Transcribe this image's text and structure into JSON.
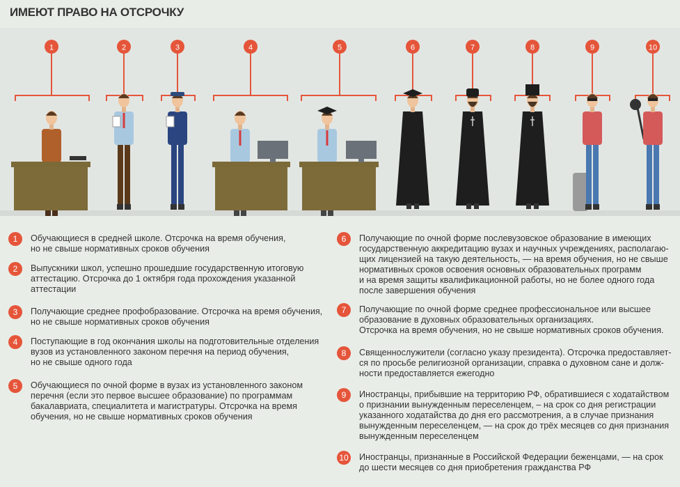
{
  "title": "ИМЕЮТ ПРАВО НА ОТСРОЧКУ",
  "accent": "#e5553a",
  "figure_numbers": [
    "1",
    "2",
    "3",
    "4",
    "5",
    "6",
    "7",
    "8",
    "9",
    "10"
  ],
  "items": [
    {
      "num": "1",
      "lines": [
        "Обучающиеся в средней школе. Отсрочка на время обучения,",
        "но не свыше нормативных сроков обучения"
      ]
    },
    {
      "num": "2",
      "lines": [
        "Выпускники школ, успешно прошедшие государственную итоговую",
        "аттестацию. Отсрочка до 1 октября года прохождения указанной",
        "аттестации"
      ]
    },
    {
      "num": "3",
      "lines": [
        "Получающие среднее профобразование. Отсрочка на время обучения,",
        "но не свыше нормативных сроков обучения"
      ]
    },
    {
      "num": "4",
      "lines": [
        "Поступающие в год окончания школы на подготовительные отделения",
        "вузов из установленного законом перечня на период обучения,",
        "но не свыше одного года"
      ]
    },
    {
      "num": "5",
      "lines": [
        "Обучающиеся по очной форме в вузах из установленного законом",
        "перечня (если это первое высшее образование) по программам",
        "бакалавриата, специалитета и магистратуры. Отсрочка на время",
        "обучения, но не свыше нормативных сроков обучения"
      ]
    },
    {
      "num": "6",
      "lines": [
        "Получающие по очной форме послевузовское образование в имеющих",
        "государственную аккредитацию вузах и научных учреждениях, располагаю-",
        "щих лицензией на такую деятельность, — на время обучения, но не свыше",
        "нормативных сроков освоения основных образовательных программ",
        "и на время защиты квалификационной работы, но не более одного года",
        "после завершения обучения"
      ]
    },
    {
      "num": "7",
      "lines": [
        "Получающие по очной форме среднее профессиональное или высшее",
        "образование в духовных образовательных организациях.",
        "Отсрочка на время обучения, но не свыше нормативных сроков обучения."
      ]
    },
    {
      "num": "8",
      "lines": [
        "Священнослужители (согласно указу президента). Отсрочка предоставляет-",
        "ся по просьбе религиозной организации, справка о духовном сане и долж-",
        "ности предоставляется ежегодно"
      ]
    },
    {
      "num": "9",
      "lines": [
        "Иностранцы, прибывшие на территорию РФ, обратившиеся с ходатайством",
        "о признании вынужденным переселенцем, – на срок со дня регистрации",
        "указанного ходатайства до дня его рассмотрения, а в случае признания",
        "вынужденным переселенцем, — на срок до трёх месяцев со дня признания",
        "вынужденным переселенцем"
      ]
    },
    {
      "num": "10",
      "lines": [
        "Иностранцы, признанные в Российской Федерации беженцами, — на срок",
        "до шести месяцев со дня приобретения гражданства РФ"
      ]
    }
  ]
}
